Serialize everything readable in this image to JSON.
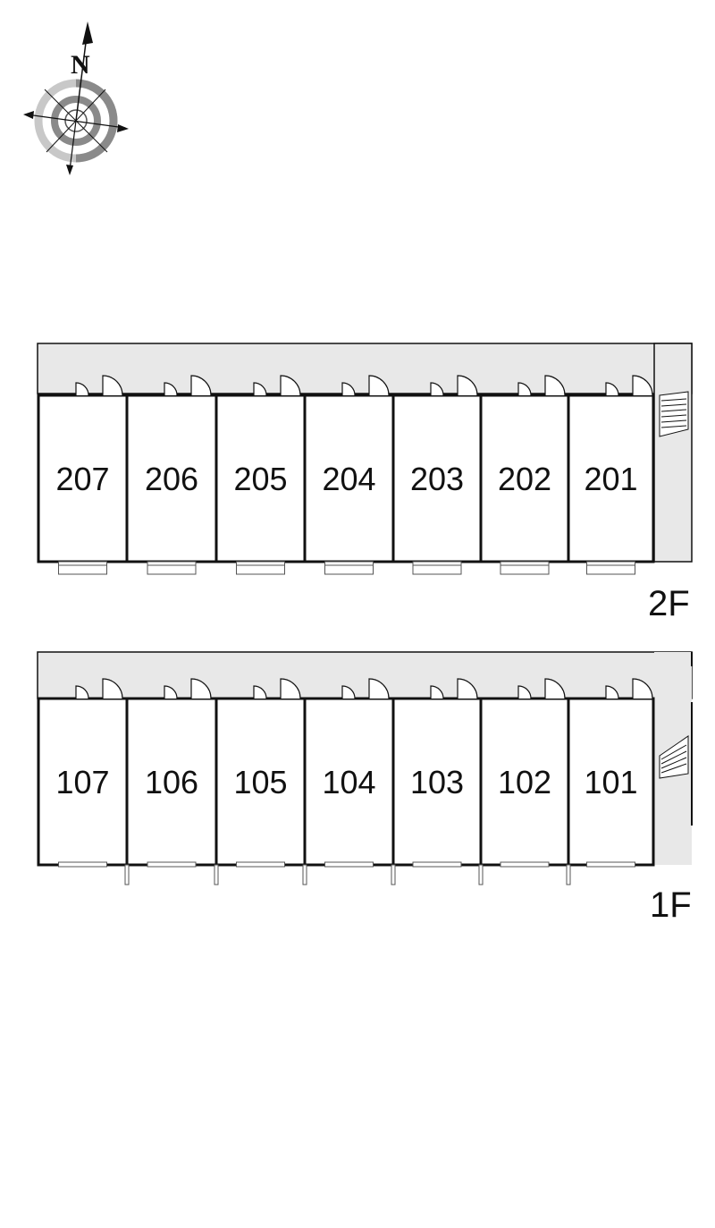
{
  "compass": {
    "label": "N"
  },
  "floors": [
    {
      "label": "2F",
      "units": [
        "207",
        "206",
        "205",
        "204",
        "203",
        "202",
        "201"
      ]
    },
    {
      "label": "1F",
      "units": [
        "107",
        "106",
        "105",
        "104",
        "103",
        "102",
        "101"
      ]
    }
  ],
  "colors": {
    "corridor": "#e8e8e8",
    "wall": "#111111",
    "compass_ring_light": "#c8c8c8",
    "compass_ring_dark": "#8a8a8a"
  }
}
